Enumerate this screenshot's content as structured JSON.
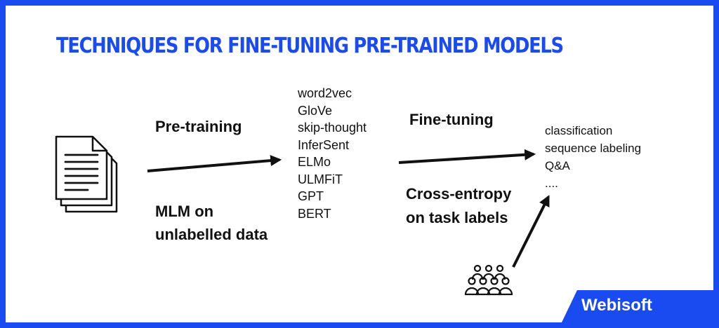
{
  "title": "TECHNIQUES FOR FINE-TUNING PRE-TRAINED MODELS",
  "pretraining_label": "Pre-training",
  "pretraining_objective": [
    "MLM on",
    "unlabelled data"
  ],
  "pretrained_models": [
    "word2vec",
    "GloVe",
    "skip-thought",
    "InferSent",
    "ELMo",
    "ULMFiT",
    "GPT",
    "BERT"
  ],
  "finetuning_label": "Fine-tuning",
  "finetuning_objective": [
    "Cross-entropy",
    "on task labels"
  ],
  "tasks": [
    "classification",
    "sequence labeling",
    "Q&A",
    "...."
  ],
  "brand": "Webisoft",
  "icons": {
    "documents": "documents-icon",
    "people": "people-group-icon"
  },
  "colors": {
    "accent": "#1a4bf0",
    "ink": "#111111"
  }
}
